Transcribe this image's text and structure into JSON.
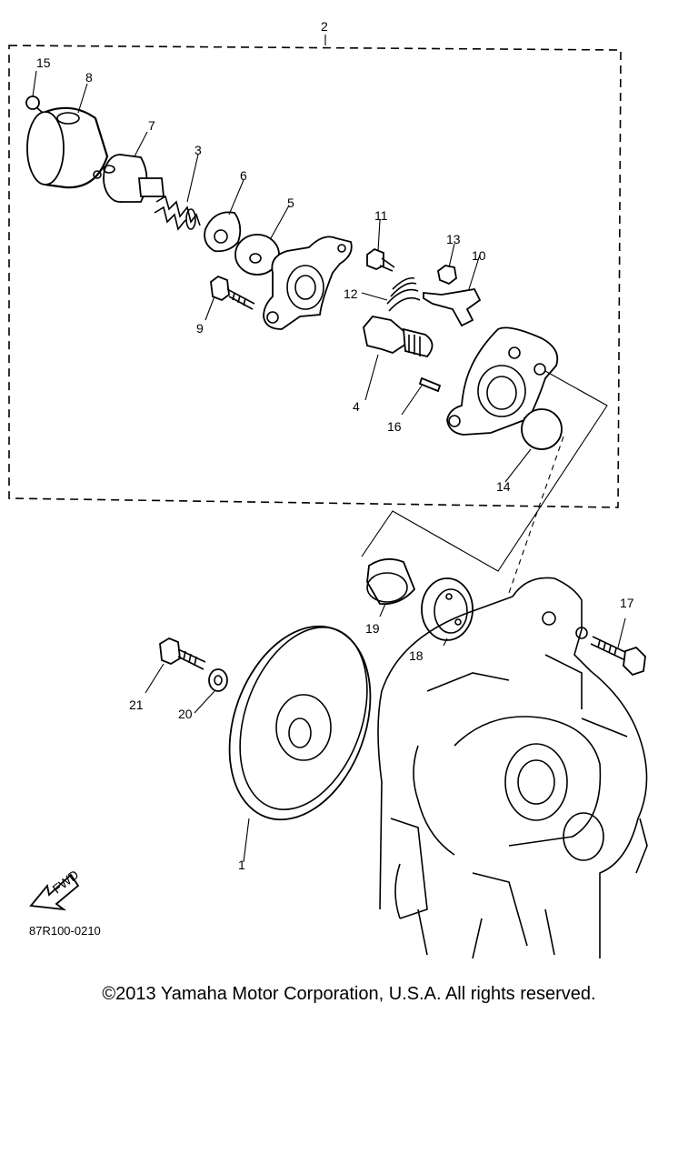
{
  "diagram": {
    "callouts": [
      "1",
      "2",
      "3",
      "4",
      "5",
      "6",
      "7",
      "8",
      "9",
      "10",
      "11",
      "12",
      "13",
      "14",
      "15",
      "16",
      "17",
      "18",
      "19",
      "20",
      "21"
    ],
    "direction_label": "FWD",
    "drawing_code": "87R100-0210"
  },
  "footer": {
    "copyright": "©2013 Yamaha Motor Corporation, U.S.A. All rights reserved."
  }
}
